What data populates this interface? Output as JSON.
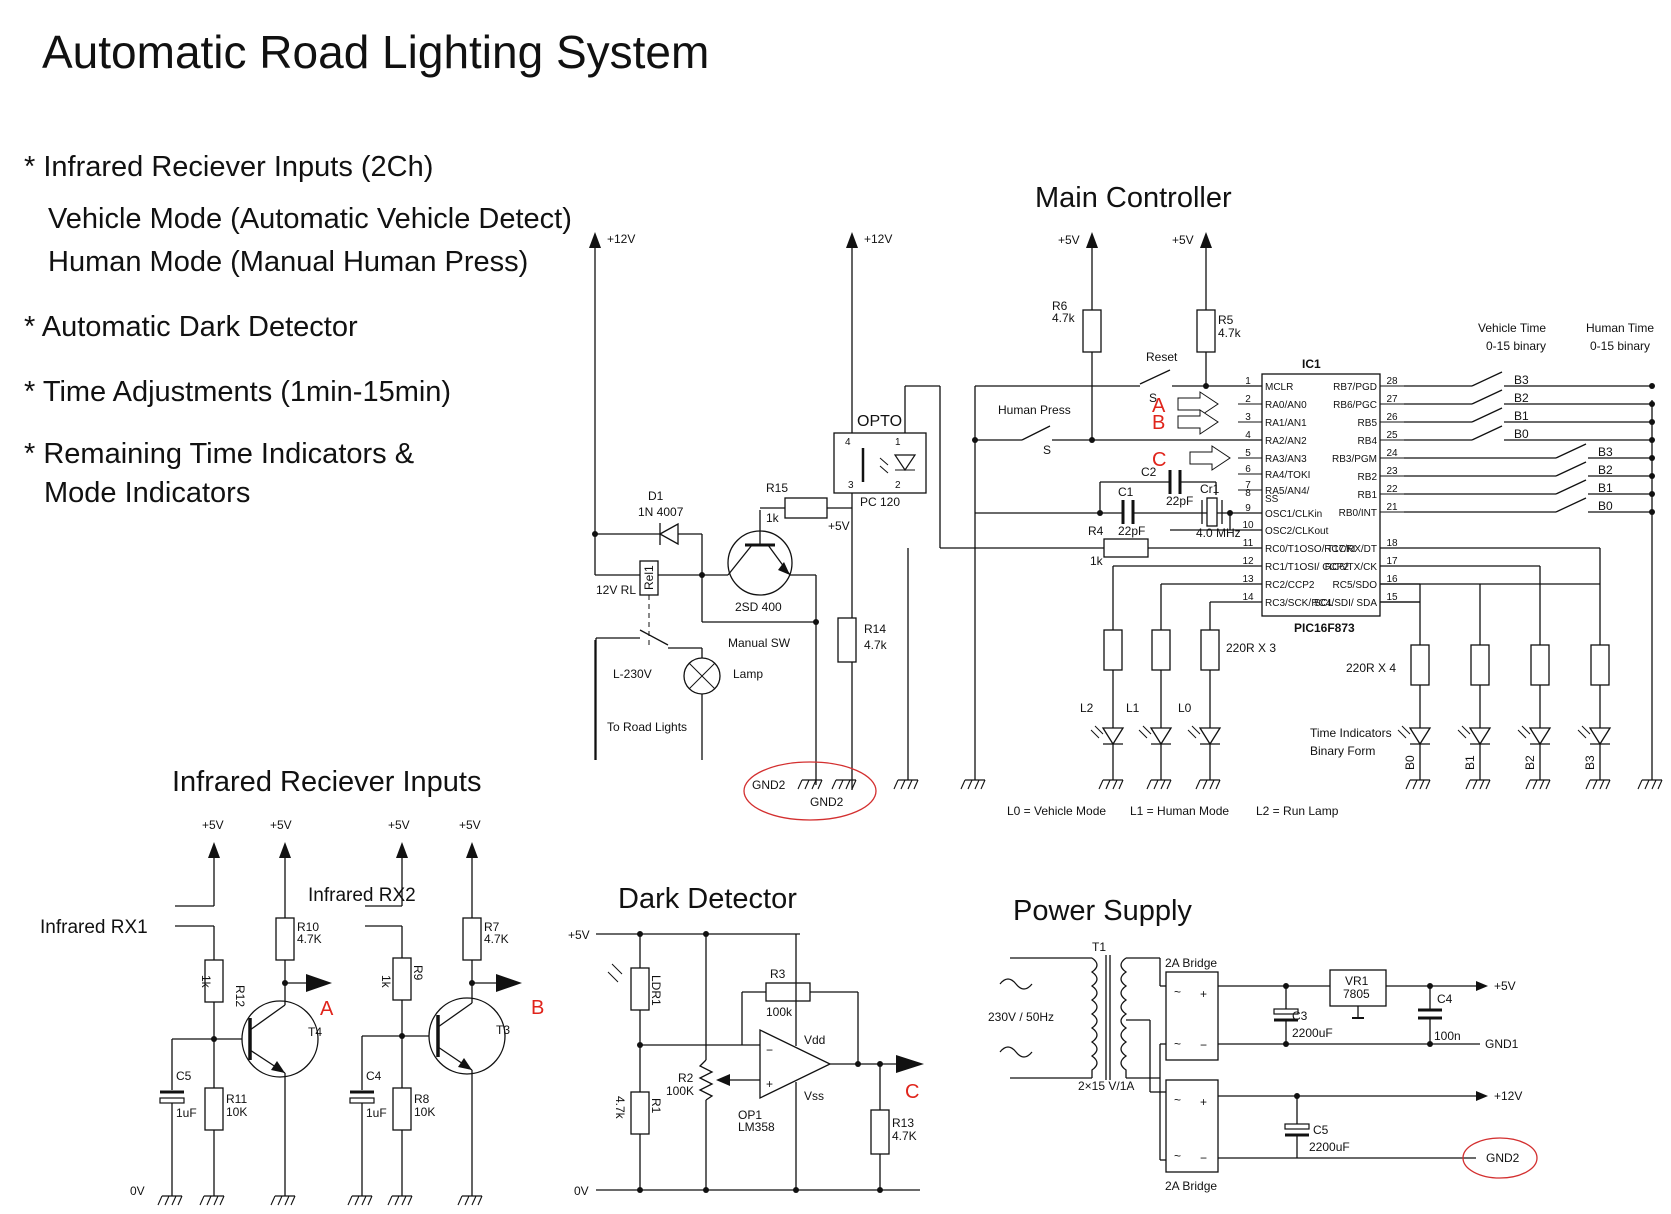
{
  "title": "Automatic Road Lighting System",
  "features": [
    "* Infrared Reciever Inputs (2Ch)",
    "Vehicle Mode (Automatic Vehicle Detect)",
    "Human Mode (Manual Human Press)",
    "* Automatic Dark Detector",
    "* Time Adjustments (1min-15min)",
    "* Remaining Time Indicators &",
    "Mode Indicators"
  ],
  "sections": {
    "main_controller": "Main Controller",
    "ir_inputs": "Infrared Reciever Inputs",
    "dark_detector": "Dark Detector",
    "power_supply": "Power Supply"
  },
  "rails": {
    "p12": "+12V",
    "p5": "+5V",
    "v0": "0V",
    "gnd1": "GND1",
    "gnd2": "GND2"
  },
  "relay_section": {
    "opto_label": "OPTO",
    "opto_part": "PC 120",
    "d1": "D1",
    "d1_part": "1N 4007",
    "r15": "R15",
    "r15_val": "1k",
    "transistor": "2SD 400",
    "rel1": "Rel1",
    "relay": "12V RL",
    "manual_sw": "Manual SW",
    "lamp": "Lamp",
    "mains": "L-230V",
    "road": "To Road Lights",
    "r14": "R14",
    "r14_val": "4.7k"
  },
  "controller": {
    "ic_name": "IC1",
    "ic_part": "PIC16F873",
    "r6": "R6",
    "r6_val": "4.7k",
    "r5": "R5",
    "r5_val": "4.7k",
    "reset": "Reset",
    "human_press": "Human Press",
    "s": "S",
    "c1": "C1",
    "c1_val": "22pF",
    "c2": "C2",
    "c2_val": "22pF",
    "cr1": "Cr1",
    "cr1_val": "4.0 MHz",
    "r4": "R4",
    "r4_val": "1k",
    "left_pins": [
      {
        "num": "1",
        "name": "MCLR"
      },
      {
        "num": "2",
        "name": "RA0/AN0"
      },
      {
        "num": "3",
        "name": "RA1/AN1"
      },
      {
        "num": "4",
        "name": "RA2/AN2"
      },
      {
        "num": "5",
        "name": "RA3/AN3"
      },
      {
        "num": "6",
        "name": "RA4/TOKI"
      },
      {
        "num": "7",
        "name": "RA5/AN4/"
      },
      {
        "num": "8",
        "name": "SS"
      },
      {
        "num": "9",
        "name": "OSC1/CLKin"
      },
      {
        "num": "10",
        "name": "OSC2/CLKout"
      },
      {
        "num": "11",
        "name": "RC0/T1OSO/ T1CKI"
      },
      {
        "num": "12",
        "name": "RC1/T1OSI/ CCP2"
      },
      {
        "num": "13",
        "name": "RC2/CCP2"
      },
      {
        "num": "14",
        "name": "RC3/SCK/ SCL"
      }
    ],
    "right_pins": [
      {
        "num": "28",
        "name": "RB7/PGD"
      },
      {
        "num": "27",
        "name": "RB6/PGC"
      },
      {
        "num": "26",
        "name": "RB5"
      },
      {
        "num": "25",
        "name": "RB4"
      },
      {
        "num": "24",
        "name": "RB3/PGM"
      },
      {
        "num": "23",
        "name": "RB2"
      },
      {
        "num": "22",
        "name": "RB1"
      },
      {
        "num": "21",
        "name": "RB0/INT"
      },
      {
        "num": "18",
        "name": "RC7/RX/DT"
      },
      {
        "num": "17",
        "name": "RC6/TX/CK"
      },
      {
        "num": "16",
        "name": "RC5/SDO"
      },
      {
        "num": "15",
        "name": "RC4/SDI/ SDA"
      }
    ],
    "vehicle_time": "Vehicle Time",
    "human_time": "Human Time",
    "binary_range": "0-15 binary",
    "bits": [
      "B3",
      "B2",
      "B1",
      "B0"
    ],
    "res3": "220R X 3",
    "res4": "220R X 4",
    "leds": [
      "L2",
      "L1",
      "L0"
    ],
    "led_bits": [
      "B0",
      "B1",
      "B2",
      "B3"
    ],
    "time_ind": "Time Indicators",
    "binary_form": "Binary Form",
    "legend": [
      "L0 = Vehicle Mode",
      "L1 = Human Mode",
      "L2 = Run Lamp"
    ],
    "marks": [
      "A",
      "B",
      "C"
    ]
  },
  "ir": {
    "rx1": "Infrared RX1",
    "rx2": "Infrared RX2",
    "r12": "R12",
    "r12_val": "1k",
    "r10": "R10",
    "r10_val": "4.7K",
    "r11": "R11",
    "r11_val": "10K",
    "c5": "C5",
    "c5_val": "1uF",
    "t4": "T4",
    "r9": "R9",
    "r9_val": "1k",
    "r7": "R7",
    "r7_val": "4.7K",
    "r8": "R8",
    "r8_val": "10K",
    "c4": "C4",
    "c4_val": "1uF",
    "t3": "T3"
  },
  "dark": {
    "ldr": "LDR1",
    "r3": "R3",
    "r3_val": "100k",
    "r2": "R2",
    "r2_val": "100K",
    "r1": "R1",
    "r1_val": "4.7k",
    "op": "OP1",
    "op_part": "LM358",
    "vdd": "Vdd",
    "vss": "Vss",
    "r13": "R13",
    "r13_val": "4.7K",
    "minus": "−",
    "plus": "+"
  },
  "power": {
    "t1": "T1",
    "mains": "230V / 50Hz",
    "sec": "2×15 V/1A",
    "bridge": "2A Bridge",
    "c3": "C3",
    "c3_val": "2200uF",
    "vr1": "VR1",
    "vr1_part": "7805",
    "c4": "C4",
    "c4_val": "100n",
    "c5": "C5",
    "c5_val": "2200uF"
  },
  "colors": {
    "ink": "#111111",
    "mark": "#e0241b"
  }
}
